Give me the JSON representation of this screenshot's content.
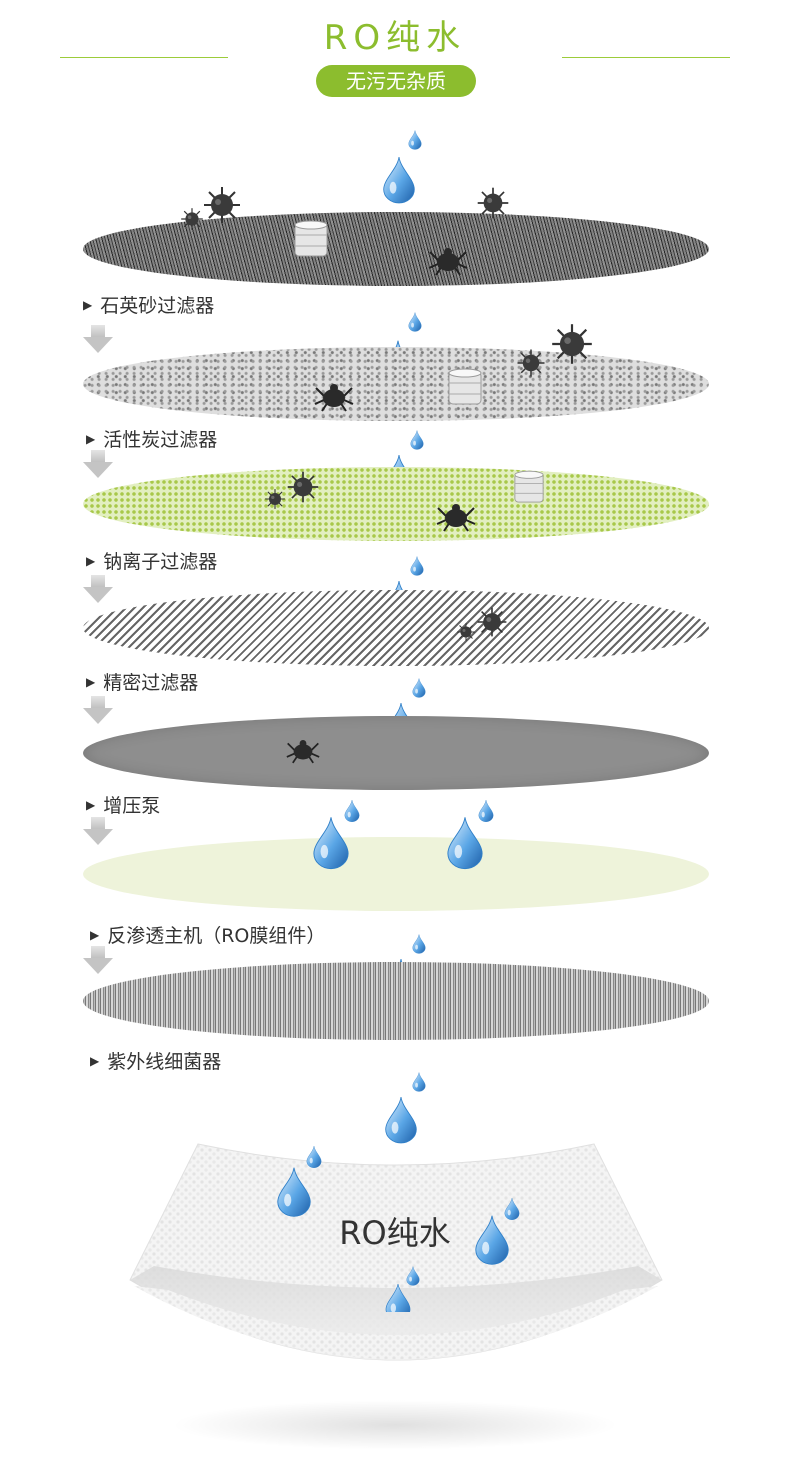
{
  "header": {
    "title": "RO纯水",
    "badge": "无污无杂质"
  },
  "stages": [
    {
      "label": "石英砂过滤器"
    },
    {
      "label": "活性炭过滤器"
    },
    {
      "label": "钠离子过滤器"
    },
    {
      "label": "精密过滤器"
    },
    {
      "label": "增压泵"
    },
    {
      "label": "反渗透主机（RO膜组件）"
    },
    {
      "label": "紫外线细菌器"
    }
  ],
  "basin": {
    "label": "RO纯水"
  },
  "colors": {
    "accent": "#8cbd2e",
    "text": "#333333",
    "water_drop": "#2f7fc8"
  },
  "icons": {
    "marker": "▶",
    "drop": "water-drop-icon",
    "arrow": "down-arrow-icon",
    "bacteria": "bacteria-icon",
    "mite": "mite-icon",
    "barrel": "barrel-icon"
  }
}
